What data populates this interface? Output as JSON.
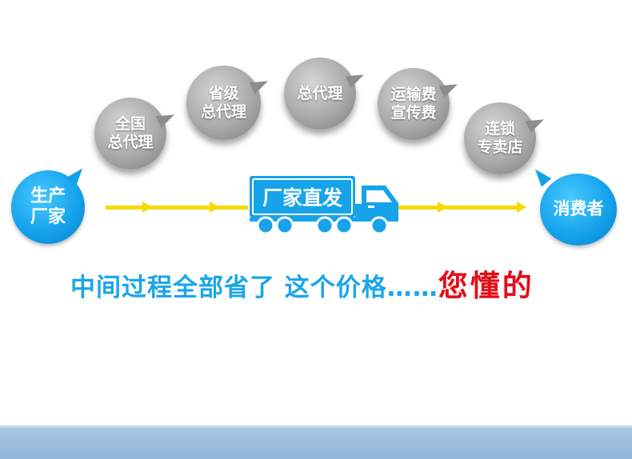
{
  "bubbles": {
    "producer": "生产\n厂家",
    "national_agent": "全国\n总代理",
    "provincial_agent": "省级\n总代理",
    "general_agent": "总代理",
    "shipping_ad": "运输费\n宣传费",
    "chain_store": "连锁\n专卖店",
    "consumer": "消费者"
  },
  "truck": {
    "label": "厂家直发"
  },
  "slogan": {
    "main": "中间过程全部省了  这个价格……",
    "emphasis": "您懂的"
  },
  "colors": {
    "blue": "#12a0ea",
    "gray": "#a9a9a9",
    "arrow_yellow": "#f7d900",
    "emphasis_red": "#e30d18",
    "footer_band": "#a8c9e2"
  }
}
